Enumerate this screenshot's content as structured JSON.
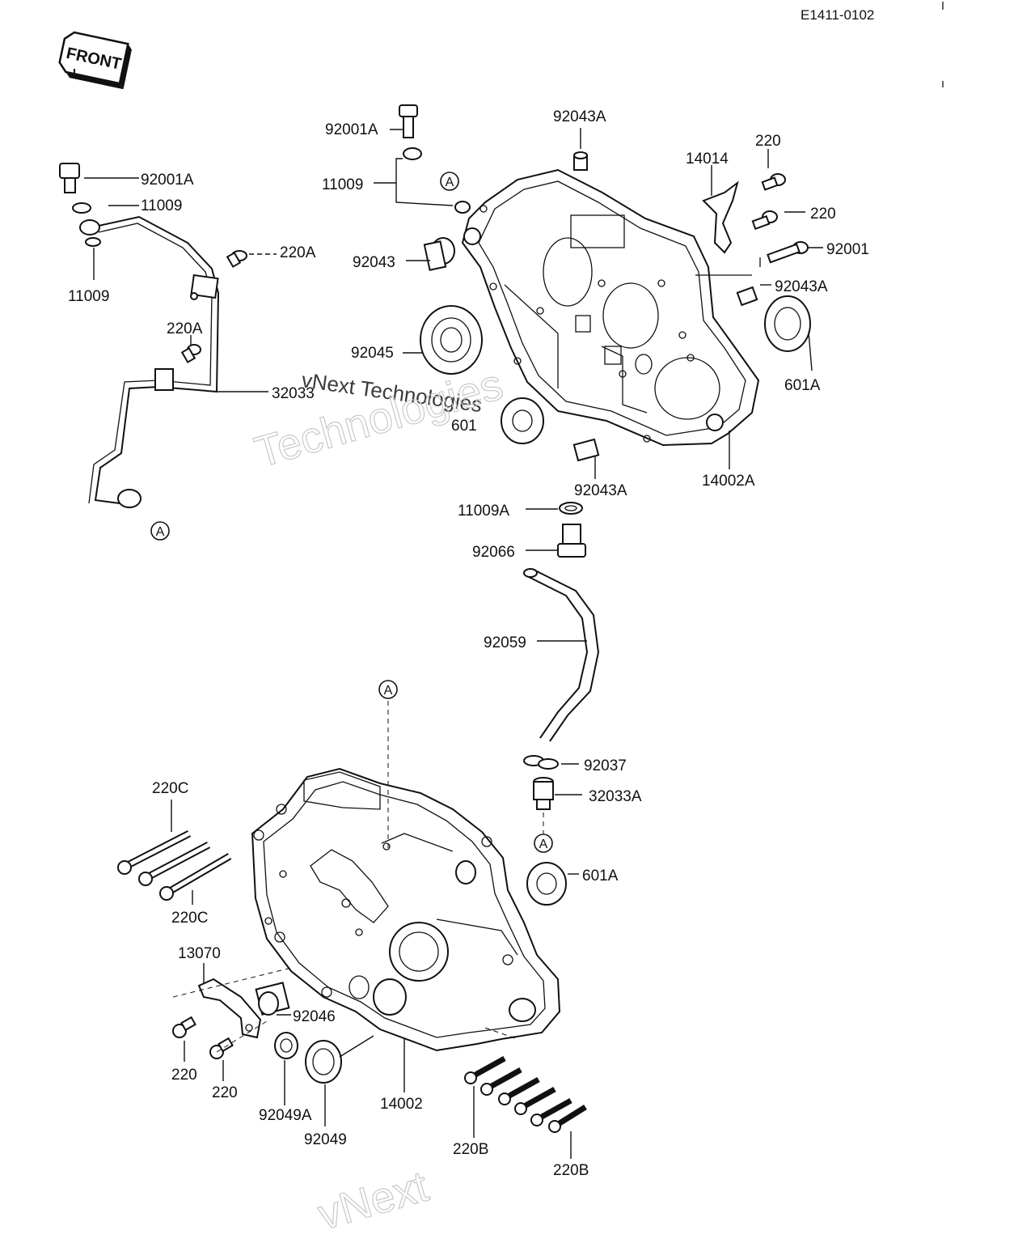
{
  "doc": {
    "code": "E1411-0102",
    "front_label": "FRONT"
  },
  "watermarks": [
    "vNext Technologies",
    "Technologies",
    "vNext"
  ],
  "ref_marker": "A",
  "labels": [
    "92001A",
    "11009",
    "11009",
    "220A",
    "220A",
    "32033",
    "92001A",
    "11009",
    "92043",
    "92045",
    "601",
    "92043A",
    "14014",
    "220",
    "220",
    "92001",
    "92043A",
    "601A",
    "92043A",
    "14002A",
    "11009A",
    "92066",
    "92059",
    "92037",
    "32033A",
    "601A",
    "220C",
    "220C",
    "13070",
    "92046",
    "220",
    "220",
    "92049A",
    "92049",
    "14002",
    "220B",
    "220B"
  ]
}
